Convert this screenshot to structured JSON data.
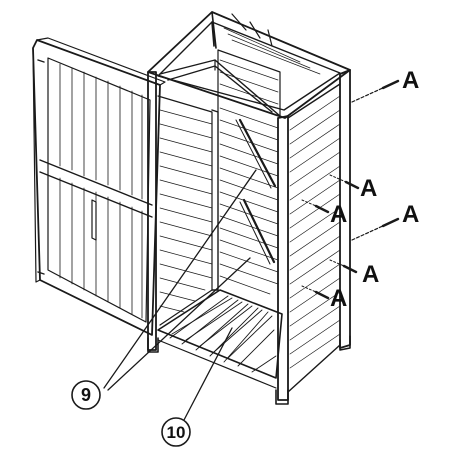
{
  "labels": {
    "fastener": "A",
    "part_9": "9",
    "part_10": "10"
  },
  "colors": {
    "ink": "#1a1a1a",
    "paper": "#ffffff"
  }
}
